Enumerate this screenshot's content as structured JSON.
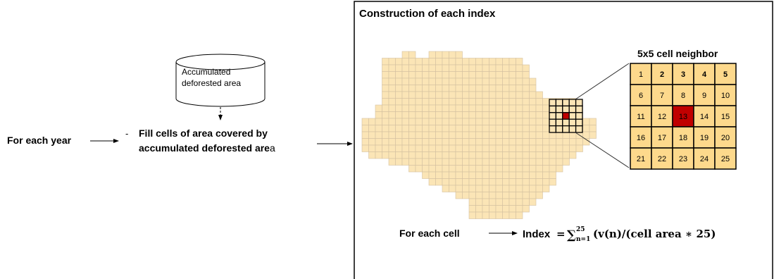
{
  "left": {
    "db_label_line1": "Accumulated",
    "db_label_line2": "deforested area",
    "for_each_year": "For each year",
    "bullet": "-",
    "fill_line1": "Fill cells of area covered by",
    "fill_line2_main": "accumulated deforested are",
    "fill_line2_tail": "a"
  },
  "panel": {
    "title": "Construction of each index",
    "neighbor_title": "5x5 cell neighbor",
    "neighbor_cells": [
      "1",
      "2",
      "3",
      "4",
      "5",
      "6",
      "7",
      "8",
      "9",
      "10",
      "11",
      "12",
      "13",
      "14",
      "15",
      "16",
      "17",
      "18",
      "19",
      "20",
      "21",
      "22",
      "23",
      "24",
      "25"
    ],
    "highlight_cell": "13",
    "for_each_cell": "For each cell",
    "index_label": "Index",
    "formula_eq": "=",
    "formula_sum": "∑",
    "formula_upper": "25",
    "formula_lower": "n=1",
    "formula_body": "(v(n)/(cell area  ∗ 25)"
  },
  "colors": {
    "cell_fill": "#fbe5b6",
    "cell_stroke": "#d4c0a0",
    "neighbor_fill": "#fdd98c",
    "highlight": "#c00000",
    "panel_border": "#000000"
  }
}
